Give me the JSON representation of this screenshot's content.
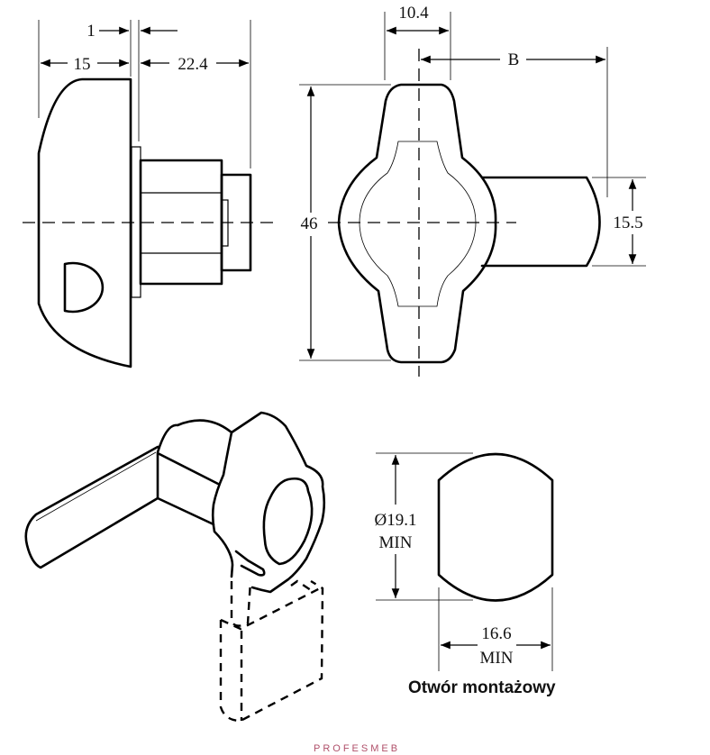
{
  "side_view": {
    "dim_flange": "1",
    "dim_body": "15",
    "dim_cylinder": "22.4"
  },
  "front_view": {
    "dim_width": "10.4",
    "dim_lever": "B",
    "dim_height": "46",
    "dim_lever_width": "15.5"
  },
  "mounting_hole": {
    "dim_diameter": "Ø19.1",
    "dim_diameter_note": "MIN",
    "dim_width": "16.6",
    "dim_width_note": "MIN",
    "caption": "Otwór montażowy"
  },
  "watermark": "PROFESMEB"
}
